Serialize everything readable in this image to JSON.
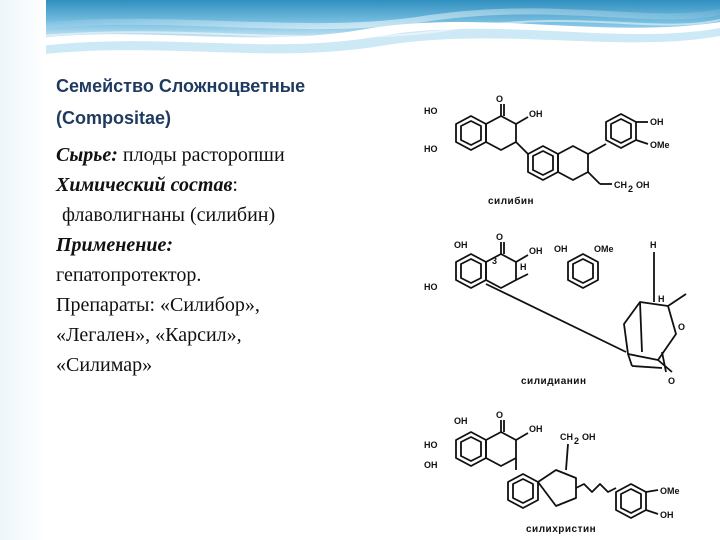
{
  "slide": {
    "title_line1": "Семейство Сложноцветные",
    "title_line2": "(Compositae)",
    "raw_label": "Сырье:",
    "raw_value": " плоды расторопши",
    "composition_label": "Химический состав",
    "composition_colon": ":",
    "composition_value": "флаволигнаны (силибин)",
    "use_label": "Применение:",
    "use_value": "гепатопротектор.",
    "preparations_line1": "Препараты: «Силибор»,",
    "preparations_line2": "«Легален», «Карсил»,",
    "preparations_line3": "«Силимар»"
  },
  "figure": {
    "compounds": [
      {
        "name": "силибин"
      },
      {
        "name": "силидианин"
      },
      {
        "name": "силихристин"
      }
    ],
    "atom_labels": {
      "ho": "HO",
      "oh": "OH",
      "o": "O",
      "ome": "OMe",
      "ch2oh_a": "CH",
      "ch2oh_sub": "2",
      "ch2oh_b": "OH",
      "h": "H",
      "three": "3"
    }
  },
  "colors": {
    "header_top": "#2f8fbf",
    "header_mid": "#7fc3e3",
    "title_text": "#1f3a5f",
    "body_text": "#111111"
  }
}
